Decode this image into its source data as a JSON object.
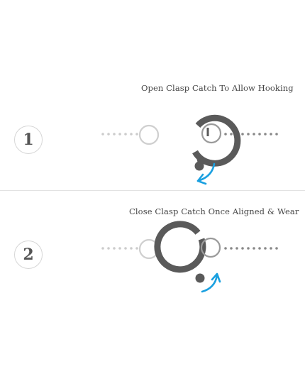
{
  "steps": [
    {
      "number": "1",
      "caption": "Open Clasp Catch To Allow Hooking",
      "state": "open"
    },
    {
      "number": "2",
      "caption": "Close Clasp Catch Once Aligned & Wear",
      "state": "closed"
    }
  ],
  "colors": {
    "ring": "#5a5a5a",
    "arrow": "#1aa0e0",
    "left_loop": "#cfcfcf",
    "right_loop": "#9a9a9a",
    "chain_left": "#cccccc",
    "chain_right": "#888888"
  },
  "icons": {
    "arrow_step1": "curved-arrow-down-left-icon",
    "arrow_step2": "curved-arrow-up-right-icon"
  }
}
